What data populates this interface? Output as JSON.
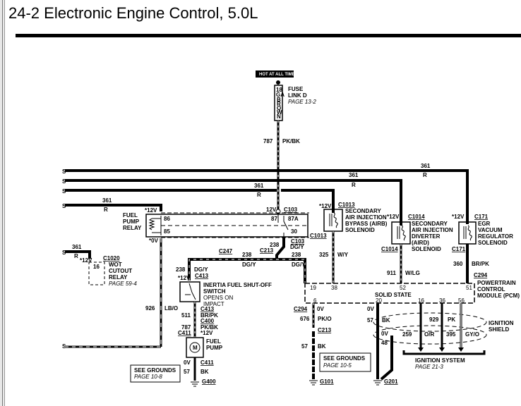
{
  "title": "24-2 Electronic Engine Control, 5.0L",
  "power": {
    "label": "HOT AT ALL TIMES"
  },
  "fuse_link": {
    "gauge_text": "18 GA BROWN",
    "name": "FUSE",
    "name2": "LINK D",
    "page": "PAGE 13-2"
  },
  "wires": {
    "w787_top": {
      "circuit": "787",
      "color": "PK/BK"
    },
    "w361_a": {
      "circuit": "361",
      "color": "R"
    },
    "w361_b": {
      "circuit": "361",
      "color": "R"
    },
    "w361_c": {
      "circuit": "361",
      "color": "R"
    },
    "w361_d": {
      "circuit": "361",
      "color": "R"
    },
    "w361_e": {
      "circuit": "361",
      "color": "R"
    },
    "w238_a": {
      "circuit": "238",
      "color": "DG/Y"
    },
    "w238_b": {
      "circuit": "238",
      "color": "DG/Y"
    },
    "w238_c": {
      "circuit": "238",
      "color": "DG/Y"
    },
    "w238_d": {
      "circuit": "238",
      "color": "DG/Y"
    },
    "w926": {
      "circuit": "926",
      "color": "LB/O"
    },
    "w511": {
      "circuit": "511",
      "color": "BR/PK"
    },
    "w787_pump": {
      "circuit": "787",
      "color": "PK/BK"
    },
    "w57_pump": {
      "circuit": "57",
      "color": "BK"
    },
    "w325": {
      "circuit": "325",
      "color": "W/Y"
    },
    "w911": {
      "circuit": "911",
      "color": "W/LG"
    },
    "w360": {
      "circuit": "360",
      "color": "BR/PK"
    },
    "w676": {
      "circuit": "676",
      "color": "PK/O"
    },
    "w57_g101": {
      "circuit": "57",
      "color": "BK"
    },
    "w57_g201": {
      "circuit": "57",
      "color": "BK"
    },
    "w48": {
      "circuit": "48",
      "color": ""
    },
    "w929": {
      "circuit": "929",
      "color": "PK"
    },
    "w259": {
      "circuit": "259",
      "color": "O/R"
    },
    "w395": {
      "circuit": "395",
      "color": "GY/O"
    }
  },
  "fuel_pump_relay": {
    "line1": "FUEL",
    "line2": "PUMP",
    "line3": "RELAY",
    "v_top": "*12V",
    "v_bot": "*0V",
    "pin86": "86",
    "pin85": "85",
    "pin87": "87",
    "pin87a": "87A",
    "pin30": "30",
    "v12": "12V"
  },
  "connectors": {
    "c103a": "C103",
    "c103b": "C103",
    "c1020": "C1020",
    "c247": "C247",
    "c213a": "C213",
    "c413a": "C413",
    "c413b": "C413",
    "c400": "C400",
    "c411a": "C411",
    "c411b": "C411",
    "c1013a": "C1013",
    "c1013b": "C1013",
    "c1014a": "C1014",
    "c1014b": "C1014",
    "c171a": "C171",
    "c171b": "C171",
    "c294a": "C294",
    "c294b": "C294",
    "c213b": "C213"
  },
  "wot_relay": {
    "line1": "WOT",
    "line2": "CUTOUT",
    "line3": "RELAY",
    "page": "PAGE 59-4",
    "pin": "16",
    "v": "*12V"
  },
  "inertia_switch": {
    "line1": "INERTIA FUEL SHUT-OFF",
    "line2": "SWITCH",
    "line3": "OPENS ON",
    "line4": "IMPACT",
    "v": "*12V"
  },
  "fuel_pump": {
    "line1": "FUEL",
    "line2": "PUMP",
    "v_top": "*12V",
    "v_bot": "0V",
    "motor": "M"
  },
  "grounds_a": {
    "line1": "SEE GROUNDS",
    "page": "PAGE 10-8",
    "ground": "G400"
  },
  "grounds_b": {
    "line1": "SEE GROUNDS",
    "page": "PAGE 10-5",
    "ground": "G101"
  },
  "ground_c": {
    "ground": "G201"
  },
  "air_bypass": {
    "line1": "SECONDARY",
    "line2": "AIR INJECTION",
    "line3": "BYPASS (AIRB)",
    "line4": "SOLENOID",
    "v": "*12V"
  },
  "air_diverter": {
    "line1": "SECONDARY",
    "line2": "AIR INJECTION",
    "line3": "DIVERTER",
    "line4": "(AIRD)",
    "line5": "SOLENOID",
    "v": "*12V"
  },
  "egr": {
    "line1": "EGR",
    "line2": "VACUUM",
    "line3": "REGULATOR",
    "line4": "SOLENOID",
    "v": "*12V"
  },
  "pcm": {
    "line1": "POWERTRAIN",
    "line2": "CONTROL",
    "line3": "MODULE (PCM)",
    "state": "SOLID STATE",
    "pins_top": [
      "19",
      "38",
      "52",
      "51"
    ],
    "pins_bot": [
      "6",
      "20",
      "16",
      "36",
      "56"
    ],
    "v6": "0V",
    "v20": "0V",
    "v48": "0V"
  },
  "ignition": {
    "shield1": "IGNITION",
    "shield2": "SHIELD",
    "system": "IGNITION SYSTEM",
    "page": "PAGE 21-3"
  }
}
